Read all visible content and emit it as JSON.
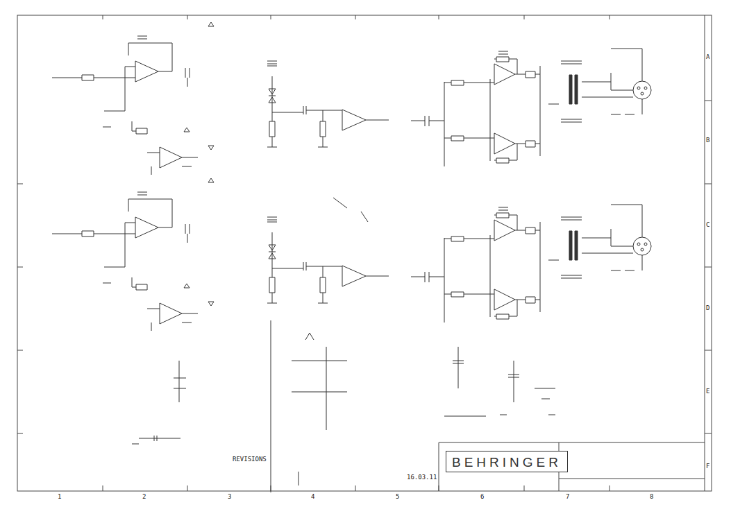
{
  "diagram": {
    "nodes": [
      {
        "text": [
          "BEHRINGER"
        ]
      }
    ],
    "labels": [
      "REVISIONS",
      "16.03.11",
      "1",
      "2",
      "3",
      "4",
      "5",
      "6",
      "7",
      "8",
      "A",
      "B",
      "C",
      "D",
      "E",
      "F"
    ]
  }
}
